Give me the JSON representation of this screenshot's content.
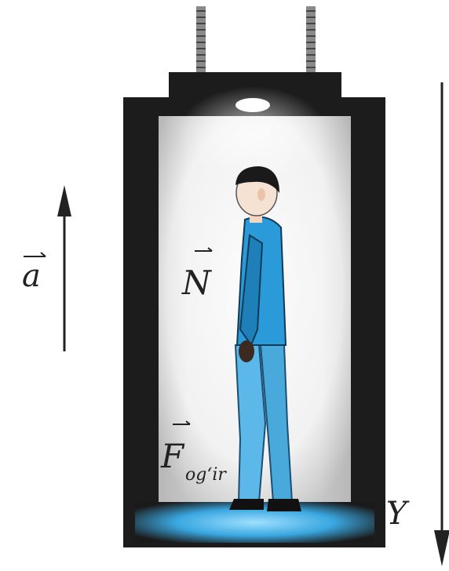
{
  "labels": {
    "acceleration": "a",
    "normal_force": "N",
    "gravity_main": "F",
    "gravity_sub": "og‘ir",
    "axis": "Y"
  },
  "colors": {
    "frame": "#1c1c1c",
    "cabin_light": "#f4f4f4",
    "shirt": "#2a9ad8",
    "pants": "#5bb8e8",
    "floor_glow": "#3aa7e0",
    "ink": "#222222"
  },
  "icons": {
    "vector_arrow": "harpoon-arrow",
    "cable": "chain-cable"
  }
}
